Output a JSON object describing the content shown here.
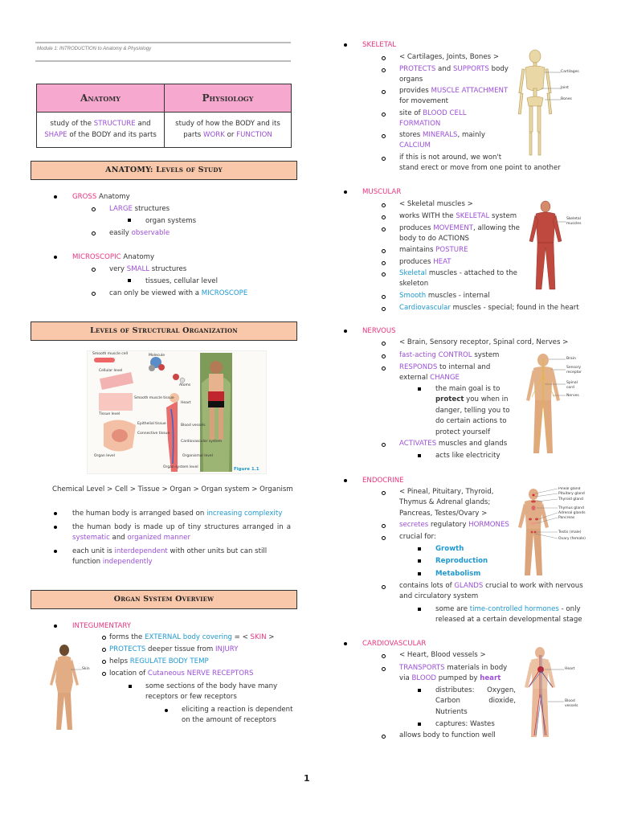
{
  "header": {
    "module": "Module 1: INTRODUCTION to Anatomy & Physiology"
  },
  "table": {
    "anatomy_title": "Anatomy",
    "physiology_title": "Physiology",
    "anatomy_def": {
      "a": "study of the ",
      "b": "STRUCTURE",
      "c": " and",
      "d": "SHAPE",
      "e": " of the BODY and its parts"
    },
    "physiology_def": {
      "a": "study of how the BODY and its",
      "b": "parts ",
      "c": "WORK",
      "d": " or ",
      "e": "FUNCTION"
    }
  },
  "levels_of_study": {
    "banner": "ANATOMY: Levels of Study",
    "gross": {
      "k": "GROSS",
      "t": " Anatomy"
    },
    "large": {
      "k": "LARGE",
      "t": " structures"
    },
    "organ_systems": "organ systems",
    "easily": {
      "t": "easily ",
      "k": "observable"
    },
    "micro": {
      "k": "MICROSCOPIC",
      "t": " Anatomy"
    },
    "small": {
      "a": "very ",
      "k": "SMALL",
      "b": " structures"
    },
    "tissues": "tissues, cellular level",
    "scope": {
      "t": "can only be viewed with a ",
      "k": "MICROSCOPE"
    }
  },
  "structural": {
    "banner": "Levels of Structural Organization",
    "figure_label": "Figure 1.1",
    "figure_labels": [
      "Smooth muscle cell",
      "Molecule",
      "Cellular level",
      "Atoms",
      "Tissue level",
      "Smooth muscle tissue",
      "Epithelial tissue",
      "Connective tissue",
      "Organ level",
      "Organ system level",
      "Cardiovascular system",
      "Organismal level",
      "Heart",
      "Blood vessels"
    ],
    "chain": "Chemical Level > Cell > Tissue > Organ > Organ system > Organism",
    "b1": {
      "t": "the human body is arranged based on ",
      "k": "increasing complexity"
    },
    "b2": {
      "t": "the human body is made up of tiny structures arranged in a ",
      "k1": "systematic",
      "m": " and ",
      "k2": "organized manner"
    },
    "b3": {
      "t": "each unit is ",
      "k1": "interdependent",
      "m": " with other units but can still",
      "l2": "function ",
      "k2": "independently"
    }
  },
  "organ_overview": {
    "banner": "Organ System Overview",
    "integ": "INTEGUMENTARY",
    "i1": {
      "a": "forms the ",
      "k1": "EXTERNAL body covering",
      "b": " = < ",
      "k2": "SKIN",
      "c": " >"
    },
    "i2": {
      "k": "PROTECTS",
      "t": " deeper tissue from ",
      "k2": "INJURY"
    },
    "i3": {
      "t": "helps ",
      "k": "REGULATE BODY TEMP"
    },
    "i4": {
      "t": "location of ",
      "k": "Cutaneous NERVE RECEPTORS"
    },
    "i5": "some sections of the body have many",
    "i5b": "receptors or few receptors",
    "i6": "eliciting a reaction is dependent",
    "i6b": "on the amount of receptors",
    "skin_label": "Skin"
  },
  "right": {
    "skeletal": {
      "title": "SKELETAL",
      "l1": "< Cartilages, Joints, Bones >",
      "l2": {
        "k1": "PROTECTS",
        "m": " and ",
        "k2": "SUPPORTS",
        "t": " body",
        "t2": "organs"
      },
      "l3": {
        "t": "provides ",
        "k": "MUSCLE ATTACHMENT",
        "t2": "for movement"
      },
      "l4": {
        "t": "site of ",
        "k": "BLOOD CELL",
        "k2": "FORMATION"
      },
      "l5": {
        "t": "stores ",
        "k": "MINERALS",
        ",": ",",
        "t2": " mainly",
        "k2": "CALCIUM"
      },
      "l6": {
        "t": "if this is not around, we won't",
        "t2": "stand erect or move from one point to another"
      },
      "labels": [
        "Cartilages",
        "Joint",
        "Bones"
      ]
    },
    "muscular": {
      "title": "MUSCULAR",
      "l1": "< Skeletal muscles >",
      "l2": {
        "t": "works WITH the ",
        "k": "SKELETAL",
        "t2": " system"
      },
      "l3": {
        "t": "produces ",
        "k": "MOVEMENT",
        "t2": ", allowing the",
        "t3": "body to do ACTIONS"
      },
      "l4": {
        "t": "maintains ",
        "k": "POSTURE"
      },
      "l5": {
        "t": "produces ",
        "k": "HEAT"
      },
      "l6": {
        "k": "Skeletal",
        "t": " muscles - attached to the",
        "t2": "skeleton"
      },
      "l7": {
        "k": "Smooth",
        "t": " muscles - internal"
      },
      "l8": {
        "k": "Cardiovascular",
        "t": " muscles - special; found in the heart"
      },
      "labels": [
        "Skeletal",
        "muscles"
      ]
    },
    "nervous": {
      "title": "NERVOUS",
      "l1": "< Brain, Sensory receptor, Spinal cord, Nerves >",
      "l2": {
        "k": "fast-acting CONTROL",
        "t": " system"
      },
      "l3": {
        "k": "RESPONDS",
        "t": " to internal and",
        "t2": "external ",
        "k2": "CHANGE"
      },
      "l4": {
        "a": "the main goal is to",
        "b": "protect",
        "c": " you when in",
        "d": "danger, telling you to",
        "e": "do certain actions to",
        "f": "protect yourself"
      },
      "l5": {
        "k": "ACTIVATES",
        "t": " muscles and glands"
      },
      "l6": "acts like electricity",
      "labels": [
        "Brain",
        "Sensory",
        "receptor",
        "Spinal",
        "cord",
        "Nerves"
      ]
    },
    "endocrine": {
      "title": "ENDOCRINE",
      "l1": {
        "a": "< Pineal, Pituitary, Thyroid,",
        "b": "Thymus & Adrenal glands;",
        "c": "Pancreas, Testes/Ovary >"
      },
      "l2": {
        "k": "secretes",
        "t": " regulatory ",
        "k2": "HORMONES"
      },
      "l3": "crucial for:",
      "growth": "Growth",
      "repro": "Reproduction",
      "metab": "Metabolism",
      "l4": {
        "t": "contains lots of ",
        "k": "GLANDS",
        "t2": " crucial to work with nervous",
        "t3": "and circulatory system"
      },
      "l5": {
        "t": "some are ",
        "k": "time-controlled hormones",
        "t2": " - only",
        "t3": "released at a certain developmental stage"
      },
      "labels": [
        "Pineal gland",
        "Pituitary gland",
        "Thyroid gland",
        "Thymus gland",
        "Adrenal glands",
        "Pancreas",
        "Testis (male)",
        "Ovary (female)"
      ]
    },
    "cardio": {
      "title": "CARDIOVASCULAR",
      "l1": "< Heart, Blood vessels >",
      "l2": {
        "k": "TRANSPORTS",
        "t": " materials in body",
        "t2": "via ",
        "k2": "BLOOD",
        "t3": " pumped by ",
        "k3": "heart"
      },
      "l3": {
        "a": "distributes:",
        "b": "Oxygen,",
        "c": "Carbon",
        "d": "dioxide,",
        "e": "Nutrients"
      },
      "l4": "captures: Wastes",
      "l5": "allows body to function well",
      "labels": [
        "Heart",
        "Blood",
        "vessels"
      ]
    }
  },
  "page_number": "1"
}
